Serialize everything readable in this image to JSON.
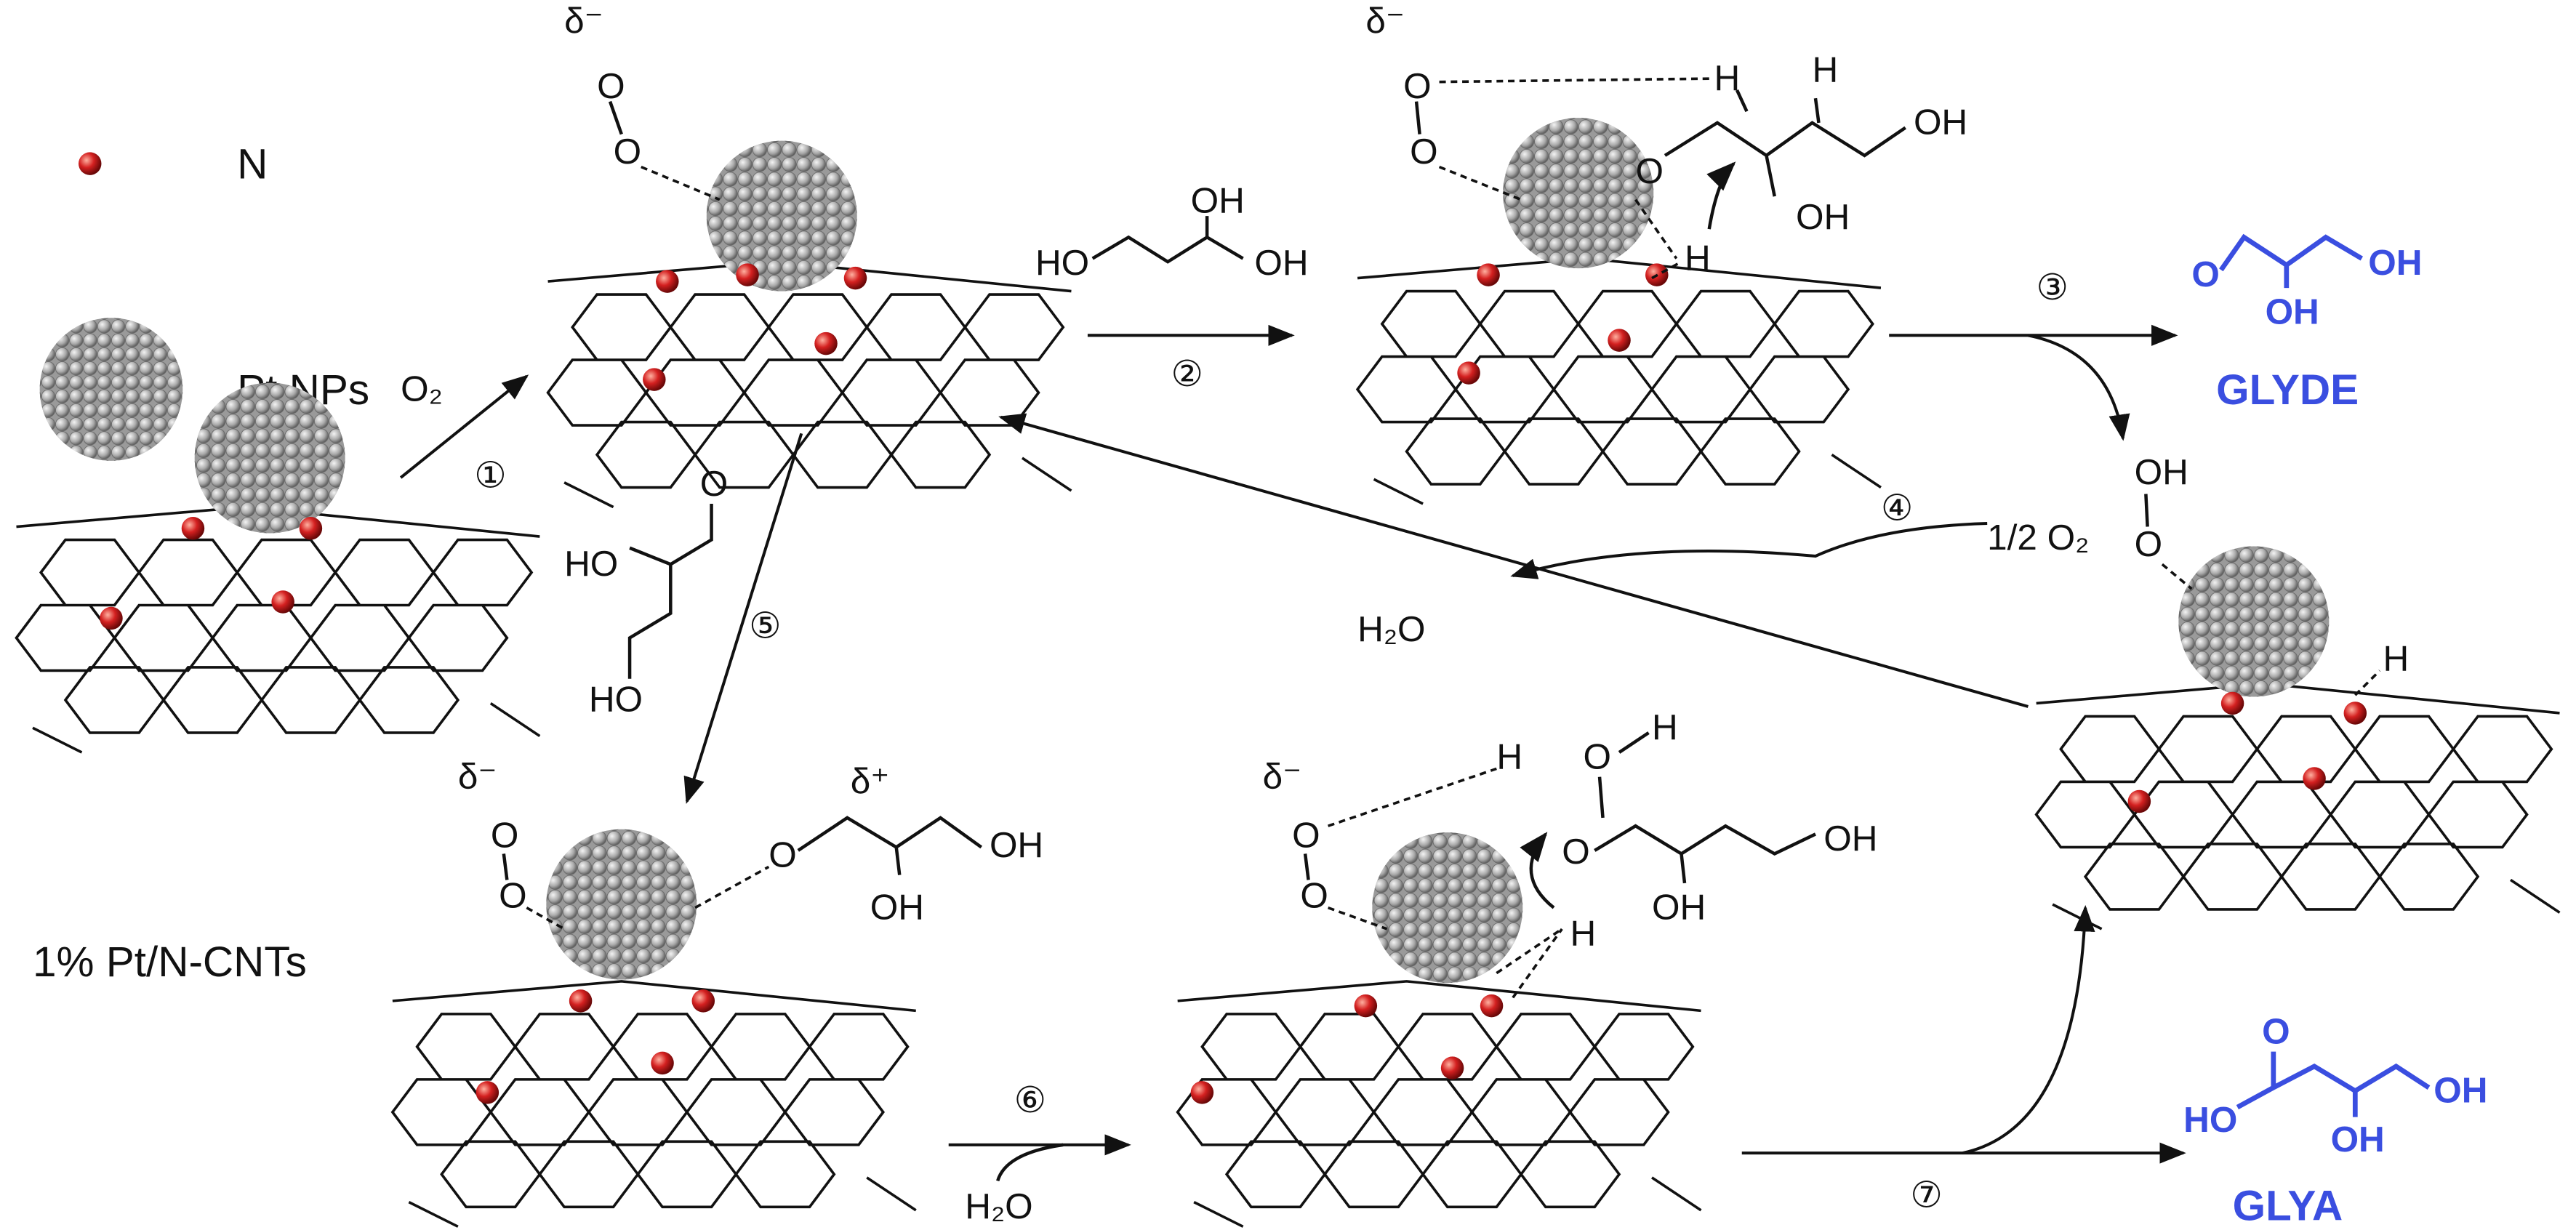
{
  "legend": {
    "n_label": "N",
    "pt_label": "Pt NPs"
  },
  "catalyst_label": "1% Pt/N-CNTs",
  "steps": [
    "①",
    "②",
    "③",
    "④",
    "⑤",
    "⑥",
    "⑦"
  ],
  "reagents": {
    "o2": "O₂",
    "half_o2": "1/2 O₂",
    "h2o_step4": "H₂O",
    "h2o_step6": "H₂O",
    "glycerol": {
      "ho_left": "HO",
      "oh_top": "OH",
      "oh_right": "OH"
    },
    "glyceraldehyde": {
      "o": "O",
      "ho": "HO",
      "ho2": "HO"
    }
  },
  "atoms": {
    "delta_minus": "δ⁻",
    "delta_plus": "δ⁺",
    "o": "O",
    "h": "H",
    "oh": "OH",
    "ooh": "OH"
  },
  "products": {
    "glyde": {
      "name": "GLYDE",
      "o": "O",
      "oh1": "OH",
      "oh2": "OH"
    },
    "glya": {
      "name": "GLYA",
      "o": "O",
      "ho": "HO",
      "oh1": "OH",
      "oh2": "OH"
    }
  },
  "colors": {
    "product": "#3a4ee0",
    "nitrogen": "#d42020",
    "platinum": "#9a9a9a"
  }
}
